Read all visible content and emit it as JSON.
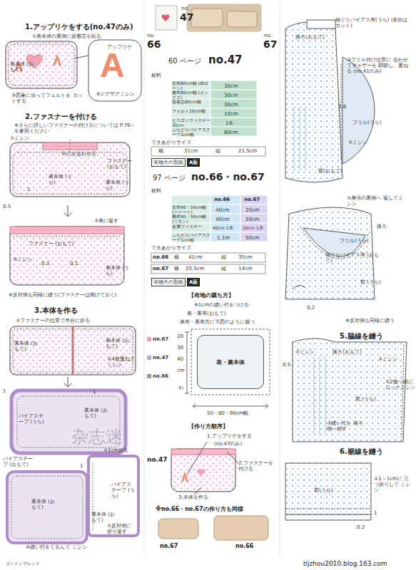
{
  "diagram": {
    "nodes": [
      {
        "text": [
          "実物大の型紙",
          "A面"
        ]
      },
      {
        "text": [
          "実物大の型紙",
          "A面"
        ]
      },
      {
        "text": [
          "表・裏本体"
        ]
      }
    ],
    "labels": [
      "1.アップリケをする(no.47のみ)",
      "①表本体の裏側に接着芯を貼る",
      "表本体 (おもて)",
      "アップリケ",
      "A",
      "③ジグザグミシン",
      "②図案に沿ってフェルトを カットする",
      "2.ファスナーを付ける",
      "※さらに詳しいファスナーの付け方については P.76～を参照ください",
      "①ミシン",
      "中心を合わせる",
      "ファスナー (おもて)",
      "表本体 (うら)",
      "裏本体 (うら)",
      "0.5",
      "1",
      "ファスナー (おもて)",
      "②表に返す",
      "③ミシン",
      "0.3",
      "0.1",
      "表本体 (うら)",
      "※反対側も同様に縫う(ファスナーは開けておく)",
      "3.本体を作る",
      "①ファスナーの位置で半分に折る",
      "裏本体 (おもて)",
      "表本体 (おもて)",
      "②4枚重ねて ミシン",
      "1",
      "1",
      "裏本体 (おもて)",
      "バイアステープ (うら)",
      "バイアステープ (おもて)",
      "⑤1cm折る",
      "1",
      "裏本体 (おもて)",
      "バイアステープ (うら)",
      "裏本体 (おもて)",
      "④反対側に 折り返す",
      "⑥縫い代をくるんで ミシン",
      "杂志迷",
      "コットンフレンド",
      "no.",
      "47",
      "no.",
      "66",
      "no.",
      "67",
      "60 ページ",
      "no.47",
      "材料",
      "表布80cm幅 (綿ローン)",
      "30cm",
      "裏布80cm幅 (オックス)",
      "30cm",
      "接着芯80cm幅",
      "30cm",
      "フェルト20cm幅",
      "10cm",
      "ビスロンファスナー30cm",
      "1本",
      "ふちどりバイアステープ1cm幅",
      "80cm",
      "できあがりサイズ",
      "横",
      "31cm",
      "縦",
      "21.5cm",
      "97 ページ",
      "no.66・no.67",
      "材料",
      "no.66",
      "no.67",
      "表布90・50cm幅 (ツイード)",
      "40cm",
      "20cm",
      "裏布90・50cm幅 (リネン)",
      "40cm",
      "20cm",
      "金属ファスナー",
      "40cm 1本",
      "20cm 1本",
      "ふちどりバイアステープ1cm幅",
      "1.1m",
      "50cm",
      "できあがりサイズ",
      "no.66",
      "横",
      "41cm",
      "縦",
      "35cm",
      "no.67",
      "横",
      "20.5cm",
      "縦",
      "14cm",
      "【布地の裁ち方】",
      "※1cmの縫い代をつける",
      "表・裏布(おもて)",
      "表布・裏布共に下図のように裁つ",
      "20",
      "30",
      "40",
      "cm",
      "わ",
      "50・80・90cm幅",
      "【作り方順序】",
      "1.アップリケをする",
      "(no.47のみ)",
      "2.ファスナーを 付ける",
      "3.本体を作る",
      "※no.66・no.67の作り方も同様",
      "no.67",
      "no.66",
      "no.47",
      "袖ぐりバイアス布(うら) (余分はカット)",
      "後ろ(おもて)",
      "③フリル付け位置に 合わせてギャザーを 調節し、重ねる (no.41のみ)",
      "0.8",
      "フリル(うら)",
      "④ミシン",
      "前(おもて)",
      "⑤身頃の裏側へ 返してミシン",
      "後ろ",
      "フリル(うら)",
      "袖ぐりバイアス布 (おもて)",
      "前 (うら)",
      "0.2",
      "※反対側も同様に縫う",
      "5.脇線を縫う",
      "④ミシン",
      "後ろ(おもて)",
      "0.5",
      "前 (うら)",
      "①ミシン",
      "②2枚一緒に ロックミシン",
      "③縫い代を 後ろ側へ倒す",
      "6.裾線を縫う",
      "前(うら)",
      "①1～1cmに 三つ折りして ミシン",
      "0.2",
      "1",
      "tljzhou2010.blog.163.com"
    ],
    "legend": [
      {
        "text": "no.67",
        "color": "#f29bbf"
      },
      {
        "text": "no.47",
        "color": "#b9a7d8"
      },
      {
        "text": "no.66",
        "color": "#9a9a9a"
      }
    ]
  }
}
